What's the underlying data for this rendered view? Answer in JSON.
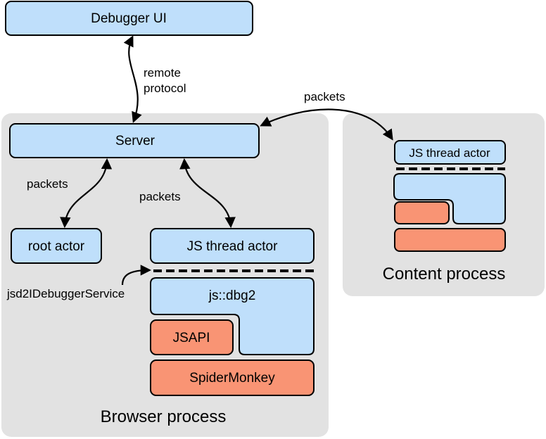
{
  "nodes": {
    "debugger_ui": "Debugger UI",
    "server": "Server",
    "root_actor": "root actor",
    "js_thread_actor": "JS thread actor",
    "js_dbg2": "js::dbg2",
    "jsapi": "JSAPI",
    "spidermonkey": "SpiderMonkey",
    "content_js_thread_actor": "JS thread actor"
  },
  "regions": {
    "browser": "Browser process",
    "content": "Content process"
  },
  "edges": {
    "remote_protocol_line1": "remote",
    "remote_protocol_line2": "protocol",
    "packets_server_content": "packets",
    "packets_server_root": "packets",
    "packets_server_thread": "packets",
    "jsd2_service": "jsd2IDebuggerService"
  },
  "colors": {
    "actor_fill": "#bfdffb",
    "engine_fill": "#f99474",
    "region_fill": "#e2e2e2"
  }
}
